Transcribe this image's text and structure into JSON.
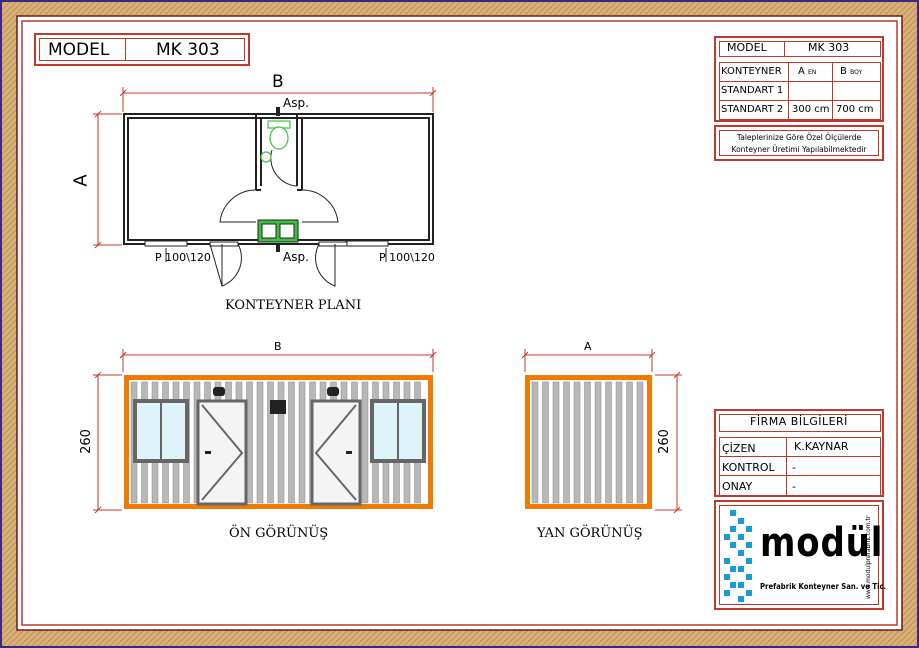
{
  "model_box": {
    "label": "MODEL",
    "value": "MK 303"
  },
  "info_table": {
    "model_label": "MODEL",
    "model_value": "MK 303",
    "col_header": "KONTEYNER",
    "col_a": "A",
    "col_a_sub": "EN",
    "col_b": "B",
    "col_b_sub": "BOY",
    "row1_label": "STANDART 1",
    "row1_a": "",
    "row1_b": "",
    "row2_label": "STANDART 2",
    "row2_a": "300 cm",
    "row2_b": "700 cm",
    "note_line1": "Taleplerinize Göre Özel Ölçülerde",
    "note_line2": "Konteyner Üretimi Yapılabilmektedir"
  },
  "firm_table": {
    "title": "FİRMA BİLGİLERİ",
    "rows": [
      {
        "label": "ÇİZEN",
        "value": "K.KAYNAR"
      },
      {
        "label": "KONTROL",
        "value": "-"
      },
      {
        "label": "ONAY",
        "value": "-"
      }
    ]
  },
  "logo": {
    "brand": "modül",
    "subtitle": "Prefabrik Konteyner San. ve Tic.",
    "url": "www.modulprefabrik.com.tr"
  },
  "plan": {
    "dim_b": "B",
    "dim_a": "A",
    "asp_top": "Asp.",
    "asp_bottom": "Asp.",
    "window_left": "P 100\\120",
    "window_right": "P 100\\120",
    "title": "KONTEYNER PLANI"
  },
  "front_view": {
    "dim_b": "B",
    "dim_h": "260",
    "title": "ÖN  GÖRÜNÜŞ"
  },
  "side_view": {
    "dim_a": "A",
    "dim_h": "260",
    "title": "YAN  GÖRÜNÜŞ"
  },
  "colors": {
    "outer_border": "#c9a36b",
    "red_line": "#c0392b",
    "orange_frame": "#f07a00",
    "panel_gray": "#b8b8b8",
    "logo_blue": "#1a9ad6",
    "green_fixture": "#3fbf3f"
  }
}
